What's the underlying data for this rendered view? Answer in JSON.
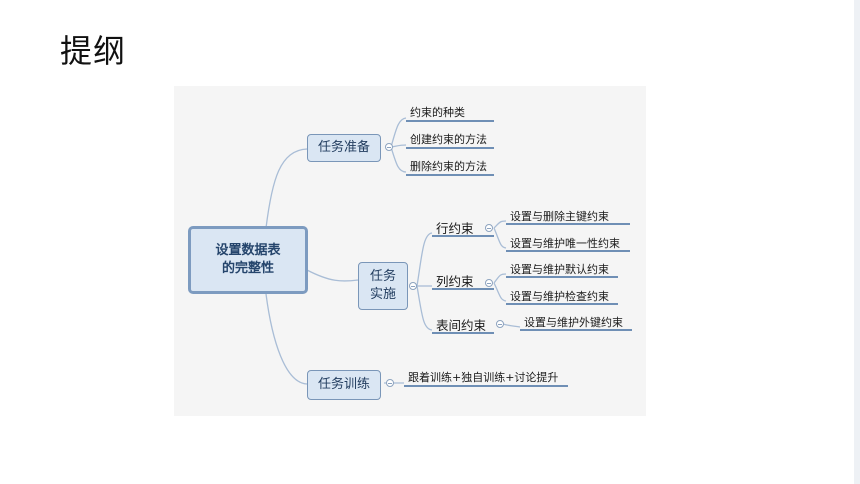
{
  "page": {
    "title": "提纲"
  },
  "mindmap": {
    "root": "设置数据表\n的完整性",
    "branches": [
      {
        "label": "任务准备",
        "children": [
          "约束的种类",
          "创建约束的方法",
          "删除约束的方法"
        ]
      },
      {
        "label": "任务\n实施",
        "groups": [
          {
            "label": "行约束",
            "children": [
              "设置与删除主键约束",
              "设置与维护唯一性约束"
            ]
          },
          {
            "label": "列约束",
            "children": [
              "设置与维护默认约束",
              "设置与维护检查约束"
            ]
          },
          {
            "label": "表间约束",
            "children": [
              "设置与维护外键约束"
            ]
          }
        ]
      },
      {
        "label": "任务训练",
        "children": [
          "跟着训练+独自训练+讨论提升"
        ]
      }
    ]
  },
  "colors": {
    "node_fill": "#dae6f3",
    "node_border": "#7a96b8",
    "link": "#a9bdd6",
    "underline": "#6f8fb5"
  }
}
